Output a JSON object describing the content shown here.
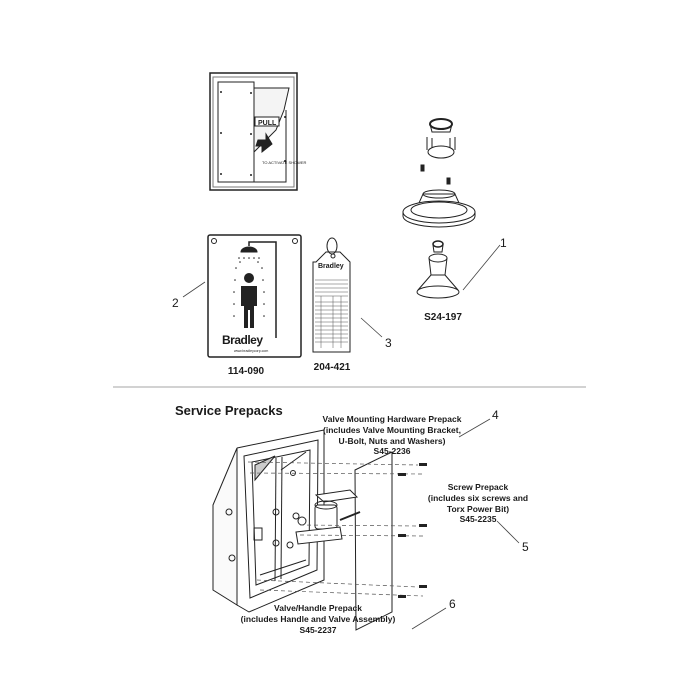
{
  "parts": [
    {
      "number": "1",
      "part_no": "S24-197"
    },
    {
      "number": "2",
      "part_no": "114-090"
    },
    {
      "number": "3",
      "part_no": "204-421"
    }
  ],
  "sign": {
    "brand": "Bradley",
    "url": "www.bradleycorp.com"
  },
  "tag": {
    "brand": "Bradley"
  },
  "cabinet": {
    "door_text": "PULL",
    "activate_text": "TO ACTIVATE SHOWER"
  },
  "service": {
    "title": "Service Prepacks",
    "prepacks": [
      {
        "number": "4",
        "lines": [
          "Valve Mounting Hardware Prepack",
          "(includes Valve Mounting Bracket,",
          "U-Bolt, Nuts and Washers)",
          "S45-2236"
        ]
      },
      {
        "number": "5",
        "lines": [
          "Screw Prepack",
          "(includes six screws and",
          "Torx Power Bit)",
          "S45-2235"
        ]
      },
      {
        "number": "6",
        "lines": [
          "Valve/Handle Prepack",
          "(includes Handle and Valve Assembly)",
          "S45-2237"
        ]
      }
    ]
  }
}
